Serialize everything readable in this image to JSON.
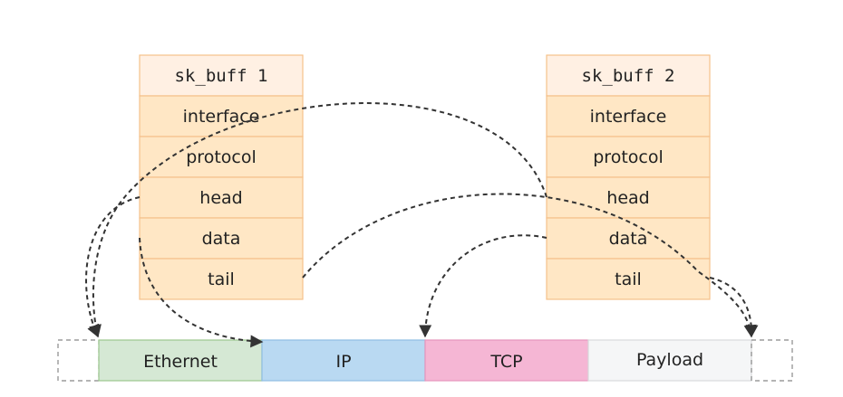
{
  "structs": [
    {
      "title": "sk_buff 1",
      "fields": [
        "interface",
        "protocol",
        "head",
        "data",
        "tail"
      ]
    },
    {
      "title": "sk_buff 2",
      "fields": [
        "interface",
        "protocol",
        "head",
        "data",
        "tail"
      ]
    }
  ],
  "packet": {
    "segments": [
      {
        "label": "Ethernet",
        "fill": "#d5e8d4",
        "stroke": "#9cc78f"
      },
      {
        "label": "IP",
        "fill": "#b9d9f2",
        "stroke": "#8fbde3"
      },
      {
        "label": "TCP",
        "fill": "#f5b6d4",
        "stroke": "#e596bc"
      },
      {
        "label": "Payload",
        "fill": "#f5f6f7",
        "stroke": "#d8dadd"
      }
    ]
  },
  "colors": {
    "struct_fill": "#ffe7c5",
    "struct_title_fill": "#fff0e3",
    "struct_stroke": "#f5c18a",
    "arrow": "#333333",
    "placeholder_stroke": "#888888"
  }
}
